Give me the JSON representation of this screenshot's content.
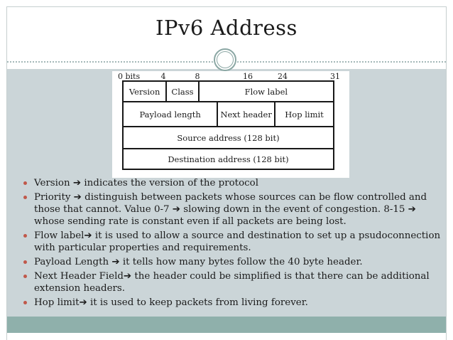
{
  "slide": {
    "title": "IPv6 Address"
  },
  "diagram": {
    "scale": [
      "0 bits",
      "4",
      "8",
      "16",
      "24",
      "31"
    ],
    "row1": [
      "Version",
      "Class",
      "Flow label"
    ],
    "row2": [
      "Payload length",
      "Next header",
      "Hop limit"
    ],
    "row3": "Source address (128 bit)",
    "row4": "Destination address (128 bit)"
  },
  "bullets": [
    "Version ➔ indicates the version of the protocol",
    "Priority ➔ distinguish between packets whose sources can be flow controlled and those that cannot. Value 0-7 ➔ slowing down in the event of congestion. 8-15 ➔ whose sending rate is constant even if all packets are being lost.",
    "Flow label➔ it is used to allow a source  and destination to set up a psudoconnection with particular properties and requirements.",
    "Payload Length ➔ it tells how many bytes follow the 40 byte header.",
    "Next Header Field➔ the header could be simplified is that there can be additional extension headers.",
    "Hop limit➔ it is used to keep packets from living forever."
  ],
  "colors": {
    "content_bg": "#cbd5d8",
    "footer_band": "#8fb0ab",
    "bullet_dot": "#c0584a",
    "frame_line": "#c6cfcf",
    "divider_line": "#a4b8b8",
    "ornament_ring": "#8ba7a4",
    "text": "#1b1b1b"
  }
}
